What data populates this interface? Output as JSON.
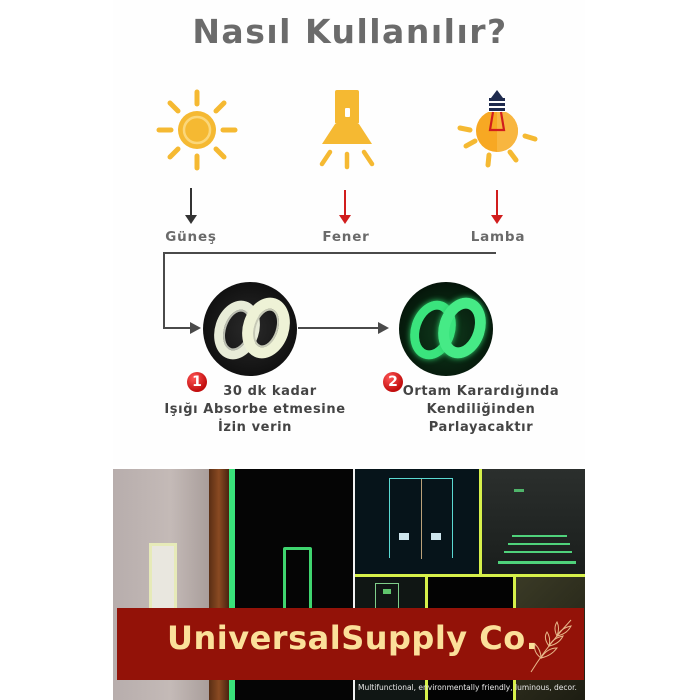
{
  "header": {
    "title": "Nasıl Kullanılır?"
  },
  "light_sources": [
    {
      "label": "Güneş",
      "icon": "sun-icon",
      "arrow_color": "#333333"
    },
    {
      "label": "Fener",
      "icon": "flashlight-icon",
      "arrow_color": "#d11d1d"
    },
    {
      "label": "Lamba",
      "icon": "light-bulb-icon",
      "arrow_color": "#d11d1d"
    }
  ],
  "steps": [
    {
      "number": "1",
      "lines": [
        "30 dk kadar",
        "Işığı Absorbe etmesine",
        "İzin verin"
      ],
      "image": "tape-rolls-unlit"
    },
    {
      "number": "2",
      "lines": [
        "Ortam Karardığında",
        "Kendiliğinden",
        "Parlayacaktır"
      ],
      "image": "tape-rolls-glowing"
    }
  ],
  "gallery": {
    "photos": [
      "light-switch-wall-photo",
      "glowing-door-frame-photo",
      "dark-corridor-doors-photo",
      "glowing-stairs-photo",
      "exit-door-photo",
      "dark-room-photo",
      "hallway-corner-photo"
    ],
    "tagline": "Multifunctional, environmentally friendly, luminous, decor."
  },
  "brand_banner": {
    "name": "UniversalSupply Co.",
    "icon": "leaf-branch-icon"
  },
  "colors": {
    "title": "#6b6b6b",
    "icon_yellow": "#f5b932",
    "arrow_red": "#d11d1d",
    "banner_bg": "#931208",
    "brand_text": "#fbe09a",
    "glow_green": "#39e27a",
    "frame_yellow": "#d6f04a"
  }
}
